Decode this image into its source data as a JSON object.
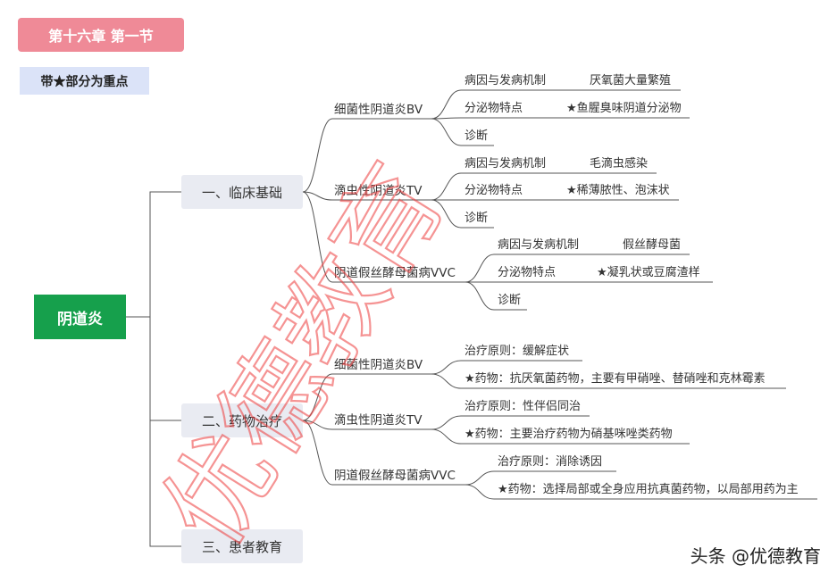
{
  "header": {
    "title": "第十六章  第一节",
    "note": "带★部分为重点"
  },
  "root": {
    "label": "阴道炎"
  },
  "branches": [
    {
      "label": "一、临床基础",
      "children": [
        {
          "label": "细菌性阴道炎BV",
          "items": [
            {
              "label": "病因与发病机制",
              "detail": "厌氧菌大量繁殖"
            },
            {
              "label": "分泌物特点",
              "detail": "★鱼腥臭味阴道分泌物"
            },
            {
              "label": "诊断",
              "detail": ""
            }
          ]
        },
        {
          "label": "滴虫性阴道炎TV",
          "items": [
            {
              "label": "病因与发病机制",
              "detail": "毛滴虫感染"
            },
            {
              "label": "分泌物特点",
              "detail": "★稀薄脓性、泡沫状"
            },
            {
              "label": "诊断",
              "detail": ""
            }
          ]
        },
        {
          "label": "阴道假丝酵母菌病VVC",
          "items": [
            {
              "label": "病因与发病机制",
              "detail": "假丝酵母菌"
            },
            {
              "label": "分泌物特点",
              "detail": "★凝乳状或豆腐渣样"
            },
            {
              "label": "诊断",
              "detail": ""
            }
          ]
        }
      ]
    },
    {
      "label": "二、药物治疗",
      "children": [
        {
          "label": "细菌性阴道炎BV",
          "items": [
            {
              "label": "治疗原则：缓解症状"
            },
            {
              "label": "★药物：抗厌氧菌药物，主要有甲硝唑、替硝唑和克林霉素"
            }
          ]
        },
        {
          "label": "滴虫性阴道炎TV",
          "items": [
            {
              "label": "治疗原则：性伴侣同治"
            },
            {
              "label": "★药物：主要治疗药物为硝基咪唑类药物"
            }
          ]
        },
        {
          "label": "阴道假丝酵母菌病VVC",
          "items": [
            {
              "label": "治疗原则：消除诱因"
            },
            {
              "label": "★药物：选择局部或全身应用抗真菌药物，以局部用药为主"
            }
          ]
        }
      ]
    },
    {
      "label": "三、患者教育",
      "children": []
    }
  ],
  "watermark": {
    "text": "优德教育"
  },
  "source": {
    "text": "头条 @优德教育"
  },
  "colors": {
    "title_bg": "#ef8a97",
    "note_bg": "#dbe3f8",
    "root_bg": "#16a04c",
    "branch_bg": "#e9ebf2",
    "line": "#555555",
    "watermark": "#ec3b3b"
  }
}
